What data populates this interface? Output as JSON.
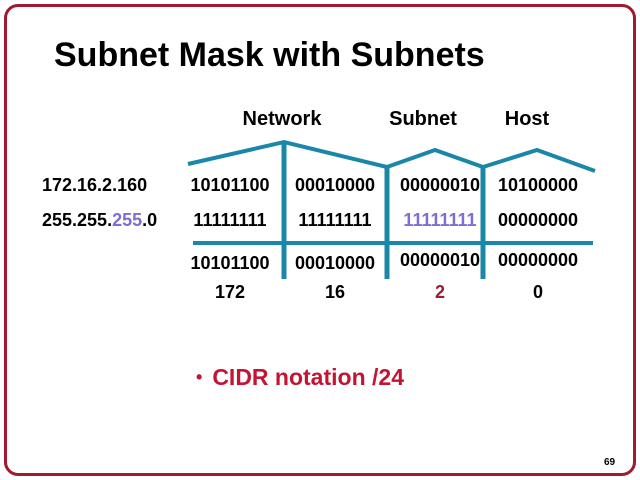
{
  "slide": {
    "title": "Subnet Mask with Subnets",
    "page_number": "69",
    "bullet": {
      "marker": "•",
      "text": "CIDR notation /24"
    }
  },
  "table": {
    "headers": {
      "network": "Network",
      "subnet": "Subnet",
      "host": "Host"
    },
    "address_row": {
      "label": "172.16.2.160",
      "octets": [
        "10101100",
        "00010000",
        "00000010",
        "10100000"
      ]
    },
    "mask_row": {
      "label_prefix": "255.255.",
      "label_highlight": "255",
      "label_suffix": ".0",
      "octets": [
        "11111111",
        "11111111",
        "11111111",
        "00000000"
      ]
    },
    "result_binary_row": [
      "10101100",
      "00010000",
      "00000010",
      "00000000"
    ],
    "result_decimal_row": [
      "172",
      "16",
      "2",
      "0"
    ]
  },
  "colors": {
    "teal": "#1B87A8",
    "purple": "#7D6ED4",
    "red": "#C41434",
    "dark_red": "#9E1B32"
  }
}
